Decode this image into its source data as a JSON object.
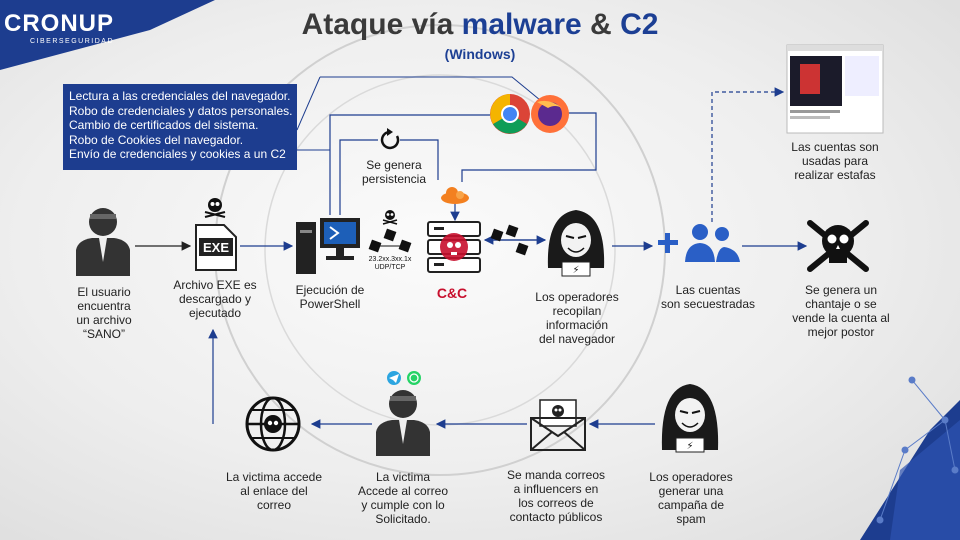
{
  "header": {
    "title_pre": "Ataque vía ",
    "title_mid": "malware",
    "title_amp": " & ",
    "title_end": "C2",
    "subtitle": "(Windows)"
  },
  "logo": {
    "name": "CRONUP",
    "tagline": "CIBERSEGURIDAD"
  },
  "info_box": [
    "Lectura a las credenciales del navegador.",
    "Robo de credenciales y datos personales.",
    "Cambio de certificados del sistema.",
    "Robo de Cookies del navegador.",
    "Envío de credenciales y cookies a un C2"
  ],
  "nodes": {
    "usuario": [
      "El usuario",
      "encuentra",
      "un archivo",
      "“SANO”"
    ],
    "archivo": [
      "Archivo EXE  es",
      "descargado y",
      "ejecutado"
    ],
    "ejecucion": [
      "Ejecución de",
      "PowerShell"
    ],
    "persistencia": [
      "Se genera",
      "persistencia"
    ],
    "cc": "C&C",
    "protocol": [
      "23.2xx.3xx.1x",
      "UDP/TCP"
    ],
    "operadores_recopilan": [
      "Los operadores",
      "recopilan",
      "información",
      "del navegador"
    ],
    "cuentas_secuestradas": [
      "Las cuentas",
      "son secuestradas"
    ],
    "cuentas_estafas": [
      "Las cuentas son",
      "usadas para",
      "realizar estafas"
    ],
    "chantaje": [
      "Se genera un",
      "chantaje o se",
      "vende la cuenta al",
      "mejor postor"
    ],
    "operadores_spam": [
      "Los operadores",
      "generar una",
      "campaña de",
      "spam"
    ],
    "correos": [
      "Se manda correos",
      "a influencers en",
      "los correos de",
      "contacto públicos"
    ],
    "victima_correo": [
      "La victima",
      "Accede al correo",
      "y cumple con lo",
      "Solicitado."
    ],
    "victima_enlace": [
      "La victima accede",
      "al enlace del",
      "correo"
    ]
  },
  "icons": {
    "exe_label": "EXE",
    "colors": {
      "brand_blue": "#1d3d8f",
      "cc_red": "#c8102e",
      "cloudflare": "#f38020"
    }
  }
}
